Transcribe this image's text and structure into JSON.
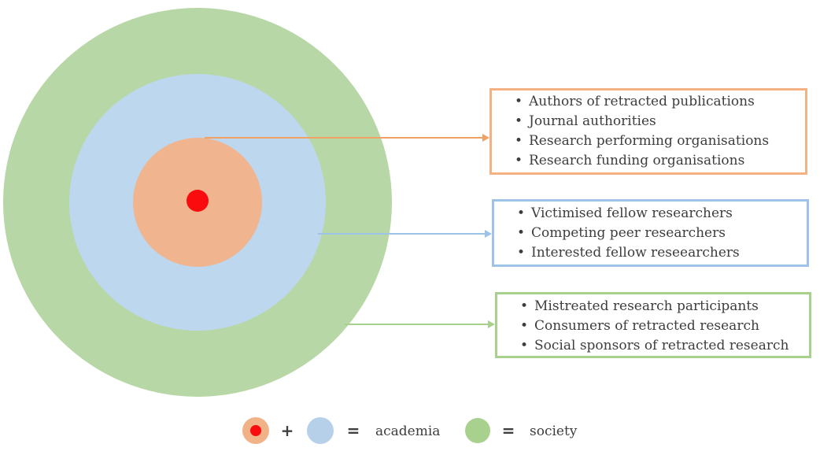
{
  "colors": {
    "society_green": "#b8d7a6",
    "academia_blue": "#bdd7ee",
    "academia_orange": "#f0b48e",
    "center_red": "#f90b0e",
    "orange_border": "#f4b183",
    "orange_arrow": "#f0a266",
    "blue_border": "#9dc3e6",
    "green_border": "#a9d18e",
    "legend_green": "#a9d18e",
    "legend_blue": "#b7d0ea",
    "legend_orange": "#f2b287",
    "text": "#3d3d3d"
  },
  "boxes": [
    {
      "name": "inner-circle-stakeholders",
      "items": [
        "Authors of retracted publications",
        "Journal authorities",
        "Research performing organisations",
        "Research funding organisations"
      ]
    },
    {
      "name": "blue-circle-stakeholders",
      "items": [
        "Victimised fellow researchers",
        "Competing peer researchers",
        "Interested fellow reseearchers"
      ]
    },
    {
      "name": "green-circle-stakeholders",
      "items": [
        "Mistreated research participants",
        "Consumers of retracted research",
        "Social sponsors of retracted research"
      ]
    }
  ],
  "legend": {
    "plus": "+",
    "equals_academia": "=",
    "academia_label": "academia",
    "equals_society": "=",
    "society_label": "society"
  }
}
